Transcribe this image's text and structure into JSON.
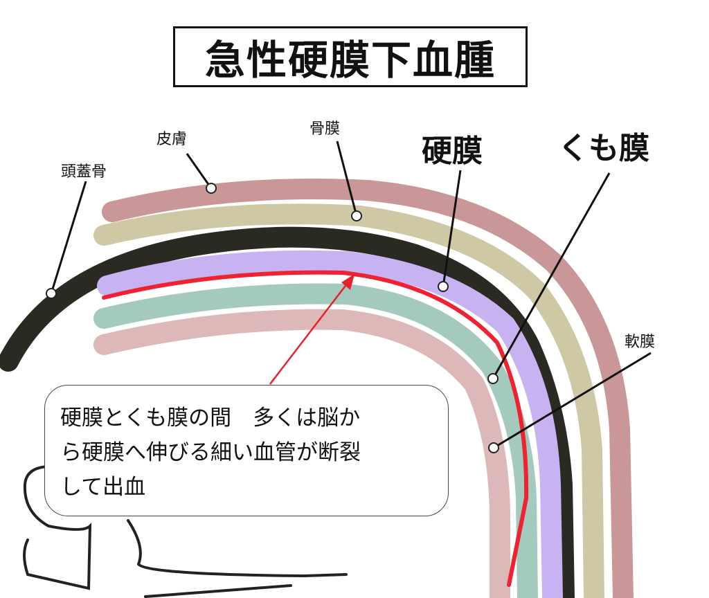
{
  "title": "急性硬膜下血腫",
  "labels": {
    "skull": "頭蓋骨",
    "skin": "皮膚",
    "periosteum": "骨膜",
    "dura": "硬膜",
    "arachnoid": "くも膜",
    "pia": "軟膜"
  },
  "callout": {
    "line1": "硬膜とくも膜の間　多くは脳か",
    "line2": "ら硬膜へ伸びる細い血管が断裂",
    "line3": "して出血"
  },
  "colors": {
    "skin": "#c99797",
    "periosteum": "#cfc8a5",
    "skull": "#2a2a22",
    "dura": "#c8b3f2",
    "hematoma": "#ee2230",
    "arachnoid": "#a4c9bd",
    "pia": "#ddb8b8"
  }
}
